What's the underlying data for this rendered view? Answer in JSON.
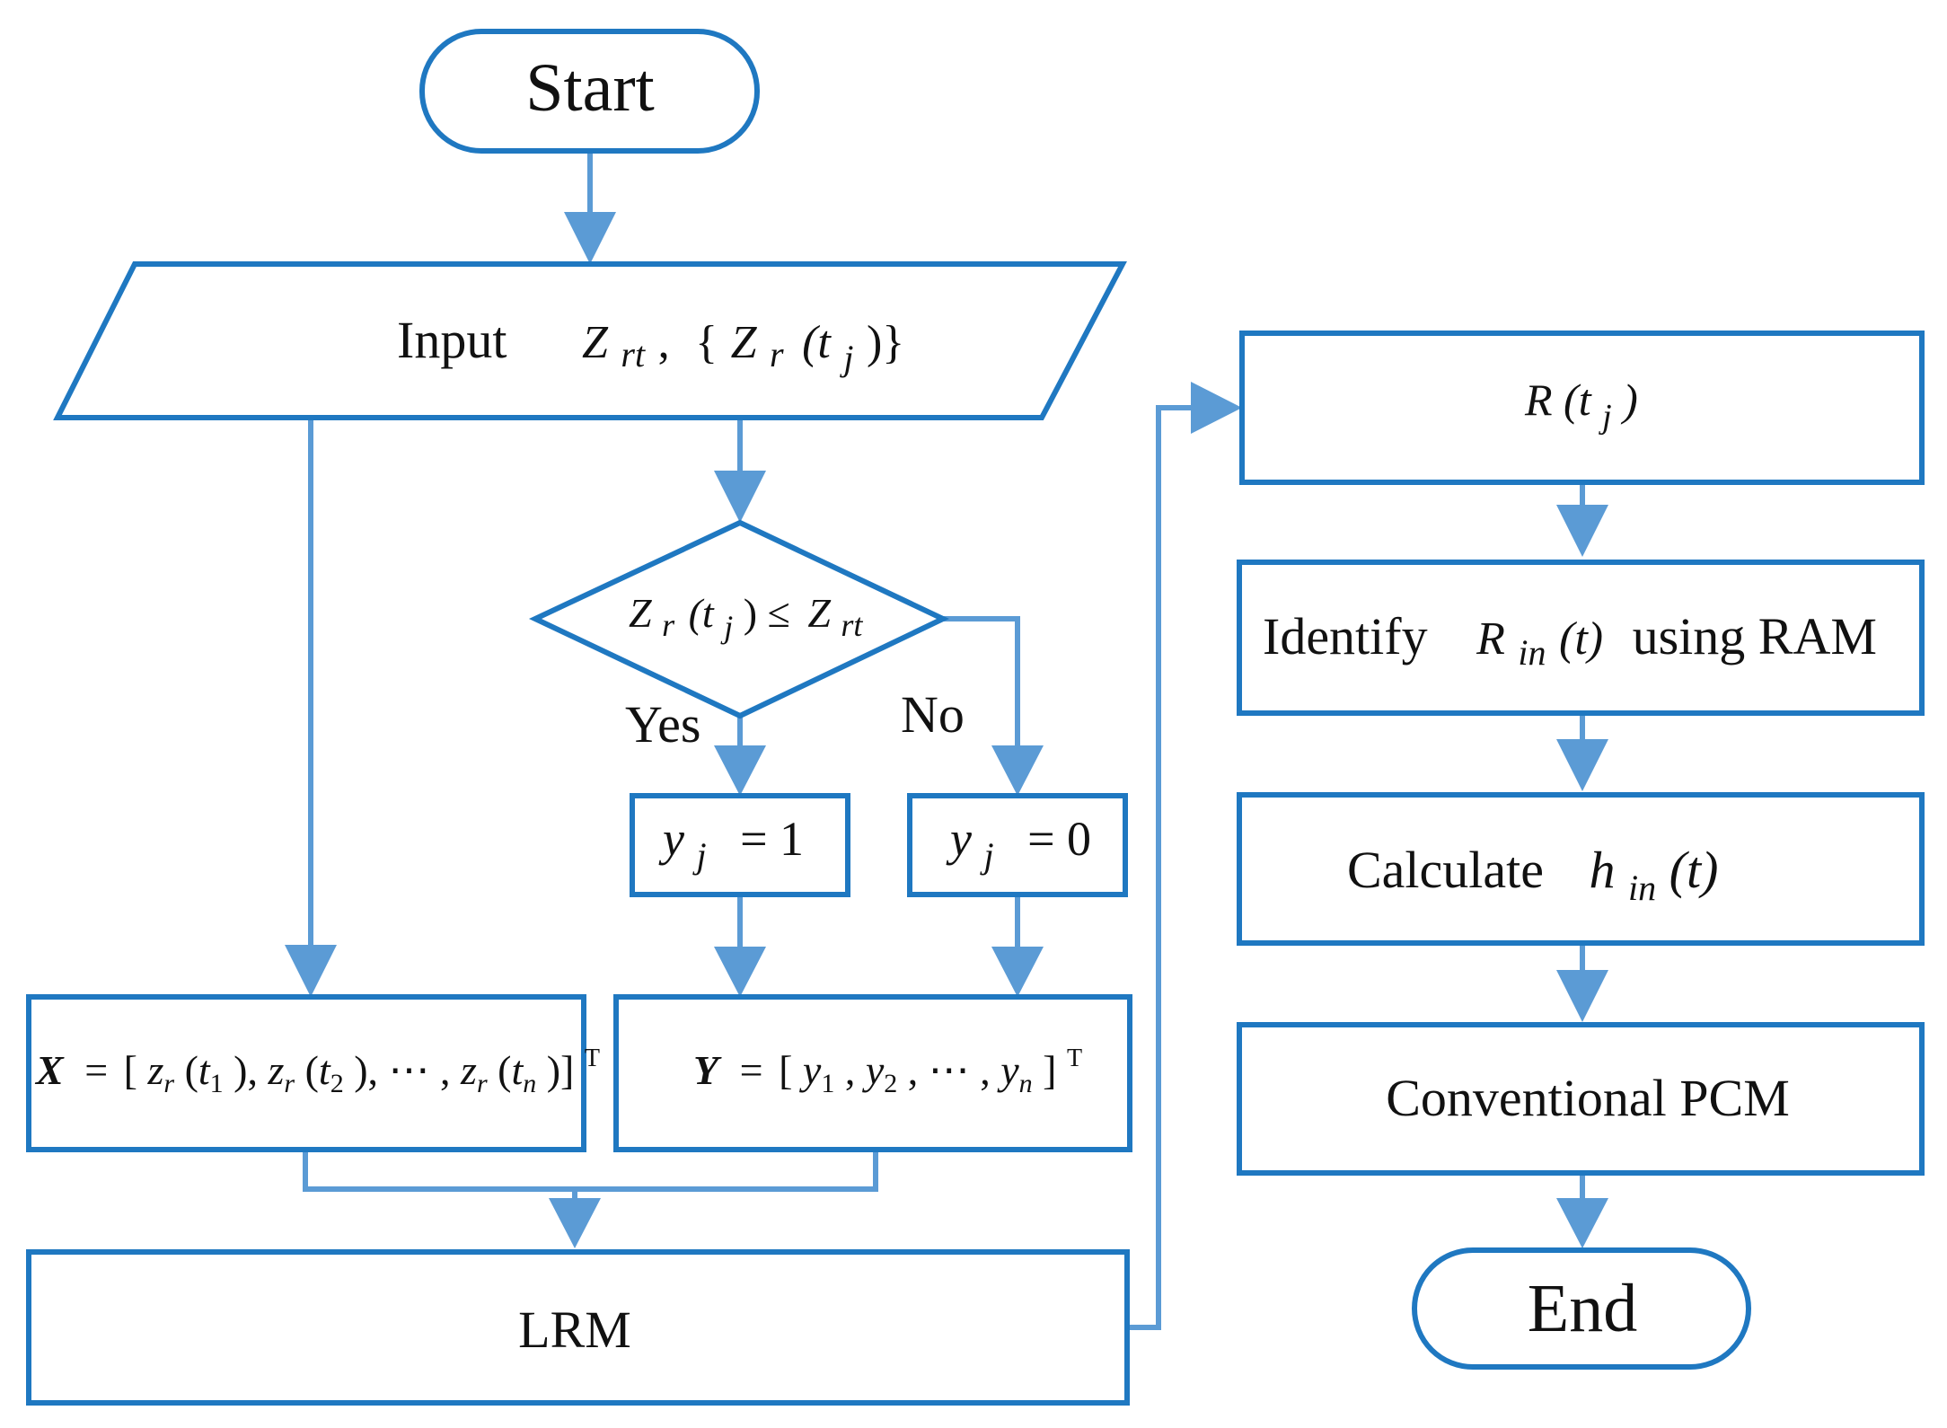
{
  "nodes": {
    "start": {
      "label": "Start"
    },
    "input": {
      "label": "Input",
      "zrt_main": "Z",
      "zrt_sub": "rt",
      "sep": ",",
      "zset_open": "{",
      "z": "Z",
      "z_sub": "r",
      "t_paren": "(t",
      "t_sub": "j",
      "zset_close": ")}"
    },
    "decision": {
      "z": "Z",
      "z_sub": "r",
      "t_paren": "(t",
      "t_sub": "j",
      "close_leq": ") ≤",
      "z2": "Z",
      "z2_sub": "rt"
    },
    "yes_label": "Yes",
    "no_label": "No",
    "y1": {
      "y": "y",
      "sub": "j",
      "rest": "= 1"
    },
    "y0": {
      "y": "y",
      "sub": "j",
      "rest": "= 0"
    },
    "xvec": {
      "label": "X = [z_r(t_1), z_r(t_2), ⋯, z_r(t_n)]^T"
    },
    "yvec": {
      "label": "Y = [y_1, y_2, ⋯, y_n]^T"
    },
    "lrm": {
      "label": "LRM"
    },
    "r": {
      "r": "R",
      "t_paren": "(t",
      "sub": "j",
      "close": ")"
    },
    "identify": {
      "label": "Identify",
      "r": "R",
      "sub": "in",
      "arg": "(t)",
      "suffix": "using RAM"
    },
    "calculate": {
      "label": "Calculate",
      "h": "h",
      "sub": "in",
      "arg": "(t)"
    },
    "pcm": {
      "label": "Conventional PCM"
    },
    "end": {
      "label": "End"
    }
  }
}
